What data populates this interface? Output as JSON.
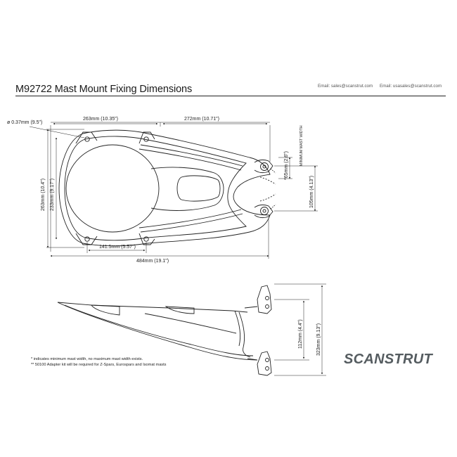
{
  "title": "M92722 Mast Mount Fixing Dimensions",
  "emails": [
    "Email: sales@scanstrut.com",
    "Email: usasales@scanstrut.com"
  ],
  "dimensions": {
    "hole": "ø 0.37mm (9.5\")",
    "top_left": "263mm (10.35\")",
    "top_right": "272mm (10.71\")",
    "height_outer": "263mm (10.4\")",
    "height_inner": "233mm (9.17\")",
    "bottom_holes": "141.5mm (5.57\")",
    "overall_length": "484mm (19.1\")",
    "min_mast": "*65mm (2.6\")",
    "min_mast_label": "MINIMUM MAST WIDTH",
    "mast_spacing": "105mm (4.13\")",
    "side_inner": "112mm (4.4\")",
    "side_outer": "323mm (9.13\")"
  },
  "footnotes": [
    "* indicates minimum mast width, no maximum mast width exists.",
    "** 50100 Adapter kit will be required for Z-Spars, Eurospars and Isomat masts"
  ],
  "brand": "SCANSTRUT",
  "colors": {
    "line": "#222222",
    "brand": "#555c60"
  }
}
